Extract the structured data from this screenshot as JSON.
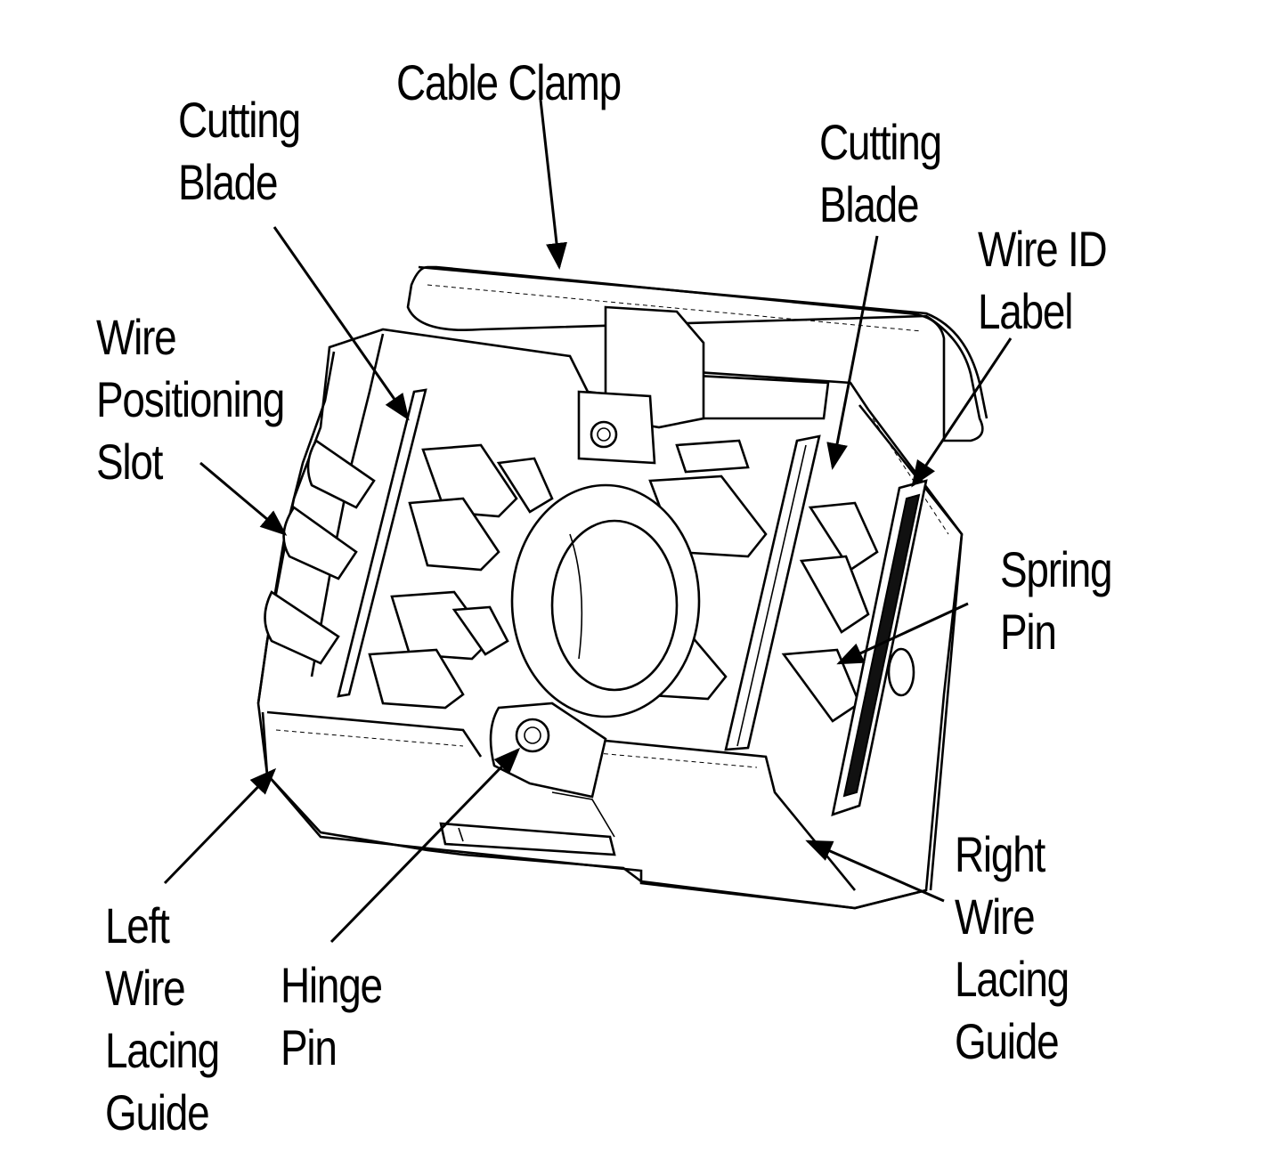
{
  "labels": {
    "cable_clamp": [
      "Cable Clamp"
    ],
    "cutting_blade_left": [
      "Cutting",
      "Blade"
    ],
    "cutting_blade_right": [
      "Cutting",
      "Blade"
    ],
    "wire_id_label": [
      "Wire ID",
      "Label"
    ],
    "wire_positioning_slot": [
      "Wire",
      "Positioning",
      "Slot"
    ],
    "spring_pin": [
      "Spring",
      "Pin"
    ],
    "right_wire_lacing_guide": [
      "Right",
      "Wire",
      "Lacing",
      "Guide"
    ],
    "left_wire_lacing_guide": [
      "Left",
      "Wire",
      "Lacing",
      "Guide"
    ],
    "hinge_pin": [
      "Hinge",
      "Pin"
    ]
  }
}
